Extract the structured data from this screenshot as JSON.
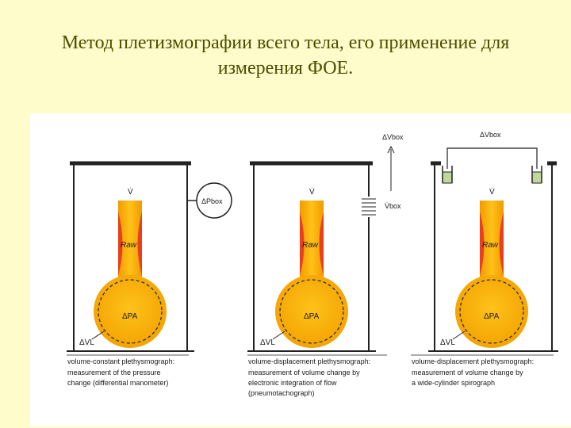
{
  "slide": {
    "title_line1": "Метод плетизмографии всего тела, его применение для",
    "title_line2": "измерения ФОЕ."
  },
  "panels": [
    {
      "flow_label": "V̇",
      "resistance_label": "Raw",
      "pressure_label": "ΔPA",
      "volume_label": "ΔVL",
      "caption_heading": "volume-constant plethysmograph:",
      "caption_lines": [
        "measurement of the pressure",
        "change (differential manometer)"
      ],
      "device_label": "ΔPbox"
    },
    {
      "flow_label": "V̇",
      "resistance_label": "Raw",
      "pressure_label": "ΔPA",
      "volume_label": "ΔVL",
      "caption_heading": "volume-displacement plethysmograph:",
      "caption_lines": [
        "measurement of volume change by",
        "electronic integration of flow",
        "(pneumotachograph)"
      ],
      "device_label_top": "ΔVbox",
      "device_label_bottom": "V̇box"
    },
    {
      "flow_label": "V̇",
      "resistance_label": "Raw",
      "pressure_label": "ΔPA",
      "volume_label": "ΔVL",
      "caption_heading": "volume-displacement plethysmograph:",
      "caption_lines": [
        "measurement of volume change by",
        "a wide-cylinder spirograph"
      ],
      "device_label": "ΔVbox"
    }
  ],
  "colors": {
    "background": "#fffccc",
    "title": "#4d4d00",
    "lung_fill": "#f7b500",
    "airway_fill": "#f5a300",
    "resistance_red": "#e8401c",
    "box_stroke": "#222222",
    "spirograph_fluid": "#c3d79b"
  }
}
